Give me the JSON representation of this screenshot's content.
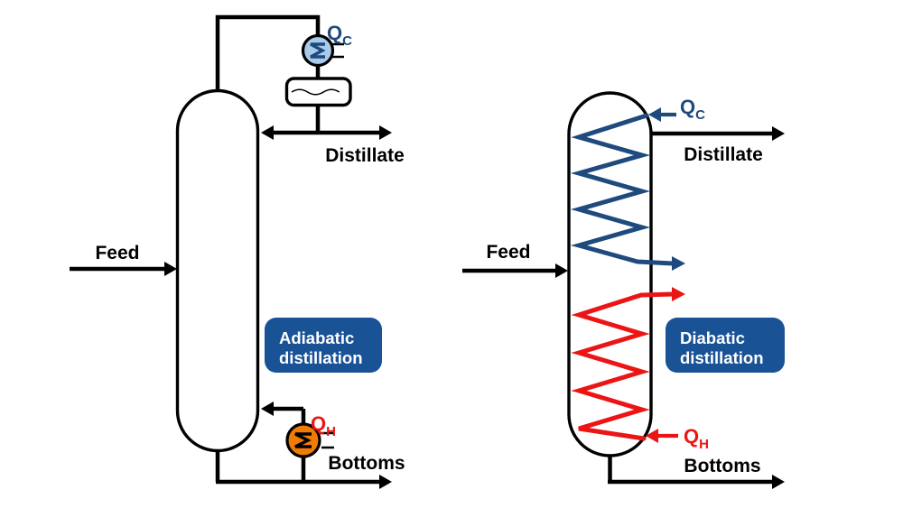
{
  "colors": {
    "navy": "#1f4a7d",
    "red": "#ec1515",
    "orange": "#f07b05",
    "condenser_fill": "#a9cbea",
    "caption_bg": "#1a5296",
    "line": "#000000",
    "background": "#ffffff"
  },
  "left": {
    "feed": "Feed",
    "distillate": "Distillate",
    "bottoms": "Bottoms",
    "qc_main": "Q",
    "qc_sub": "C",
    "qh_main": "Q",
    "qh_sub": "H",
    "caption_line1": "Adiabatic",
    "caption_line2": "distillation"
  },
  "right": {
    "feed": "Feed",
    "distillate": "Distillate",
    "bottoms": "Bottoms",
    "qc_main": "Q",
    "qc_sub": "C",
    "qh_main": "Q",
    "qh_sub": "H",
    "caption_line1": "Diabatic",
    "caption_line2": "distillation"
  }
}
